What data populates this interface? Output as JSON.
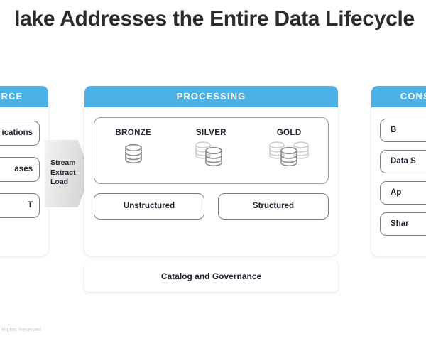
{
  "slide": {
    "title": "lake Addresses the Entire Data Lifecycle",
    "footer": "ll Rights Reserved",
    "accent_color": "#4db1e5",
    "title_color": "#2b2b2b",
    "background_color": "#ffffff"
  },
  "source_panel": {
    "header": "OURCE",
    "items": [
      {
        "label": "ications"
      },
      {
        "label": "ases"
      },
      {
        "label": "T"
      }
    ]
  },
  "arrow": {
    "line1": "Stream",
    "line2": "Extract",
    "line3": "Load"
  },
  "processing_panel": {
    "header": "PROCESSING",
    "tiers": [
      {
        "label": "BRONZE",
        "cylinders": 1
      },
      {
        "label": "SILVER",
        "cylinders": 2
      },
      {
        "label": "GOLD",
        "cylinders": 3
      }
    ],
    "data_types": [
      {
        "label": "Unstructured"
      },
      {
        "label": "Structured"
      }
    ]
  },
  "catalog": {
    "label": "Catalog and Governance"
  },
  "consumption_panel": {
    "header": "CONSU",
    "items": [
      {
        "label": "B"
      },
      {
        "label": "Data S"
      },
      {
        "label": "Ap"
      },
      {
        "label": "Shar"
      }
    ]
  }
}
